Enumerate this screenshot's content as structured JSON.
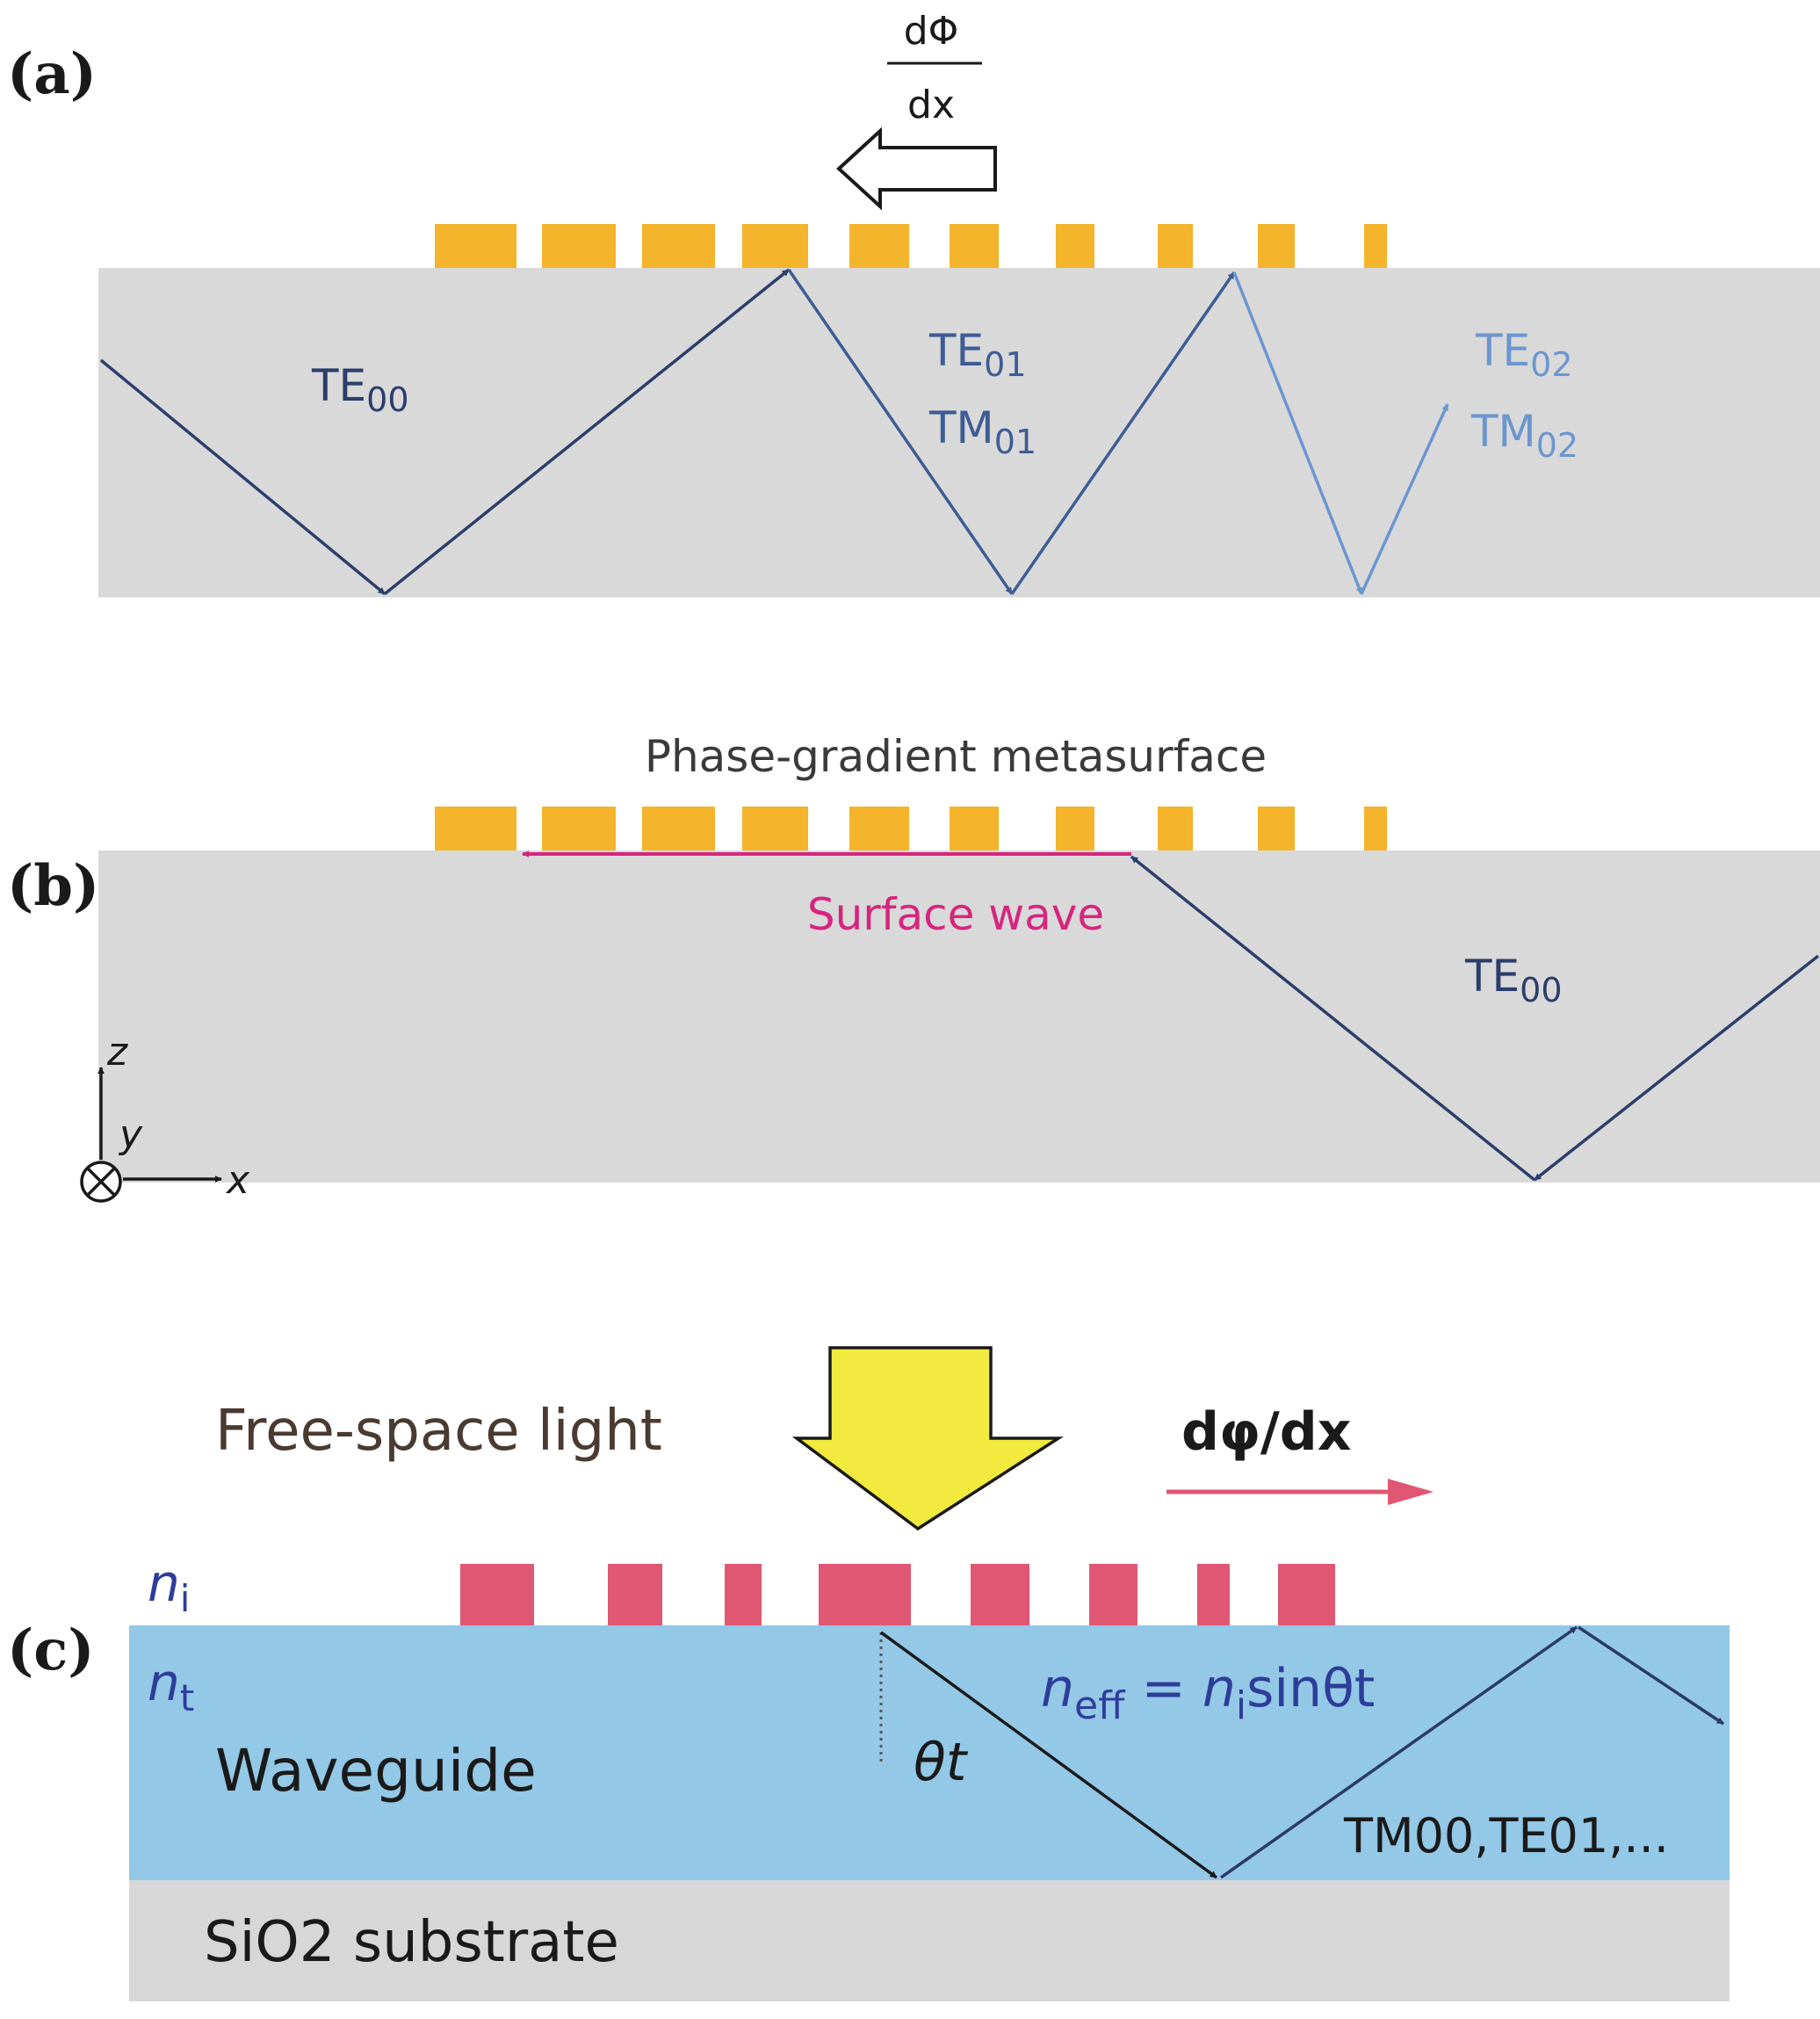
{
  "panels": {
    "a": {
      "label": "(a)",
      "gradient_num": "dΦ",
      "gradient_den": "dx",
      "modes": [
        {
          "base": "TE",
          "sub": "00",
          "color": "#2b3e6b"
        },
        {
          "base": "TE",
          "sub": "01",
          "color": "#3d5c94"
        },
        {
          "base": "TM",
          "sub": "01",
          "color": "#3d5c94"
        },
        {
          "base": "TE",
          "sub": "02",
          "color": "#6b96cf"
        },
        {
          "base": "TM",
          "sub": "02",
          "color": "#6b96cf"
        }
      ]
    },
    "b": {
      "label": "(b)",
      "metasurface_label": "Phase-gradient metasurface",
      "surface_wave_label": "Surface wave",
      "mode": {
        "base": "TE",
        "sub": "00"
      },
      "axes": {
        "z": "z",
        "y": "y",
        "x": "x"
      }
    },
    "c": {
      "label": "(c)",
      "free_space_label": "Free-space light",
      "gradient_label": "dφ/dx",
      "n_i": {
        "base": "n",
        "sub": "i"
      },
      "n_t": {
        "base": "n",
        "sub": "t"
      },
      "waveguide_label": "Waveguide",
      "substrate_label": "SiO2 substrate",
      "angle_label": "θt",
      "equation": {
        "n": "n",
        "sub": "eff",
        "eq": " = ",
        "ni": "n",
        "ni_sub": "i",
        "rest": "sinθt"
      },
      "modes_label": "TM00,TE01,..."
    }
  },
  "colors": {
    "slab_gray": "#d9d9da",
    "metasurface_orange": "#f4b42b",
    "waveguide_blue": "#93c8e6",
    "substrate_gray": "#d7d7d7",
    "antenna_pink": "#e05773",
    "surface_wave_magenta": "#d6257d",
    "dark_blue": "#2b3e6b",
    "mid_blue": "#3d5c94",
    "light_blue": "#6b96cf",
    "yellow_arrow": "#f2ea3f",
    "index_blue": "#2e3d9a"
  }
}
